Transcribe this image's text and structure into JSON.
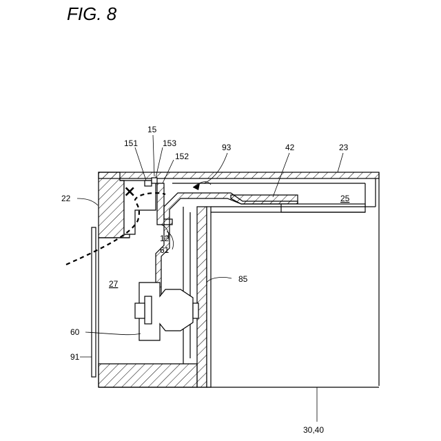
{
  "figure": {
    "title": "FIG. 8"
  },
  "labels": {
    "l15": "15",
    "l151": "151",
    "l153": "153",
    "l152": "152",
    "l93": "93",
    "l42": "42",
    "l23": "23",
    "l22": "22",
    "l25": "25",
    "l12": "12",
    "l61": "61",
    "l85": "85",
    "l27": "27",
    "l60": "60",
    "l91": "91",
    "l3040": "30,40"
  },
  "marks": {
    "cross": "×"
  },
  "colors": {
    "line": "#000000",
    "background": "#ffffff"
  }
}
